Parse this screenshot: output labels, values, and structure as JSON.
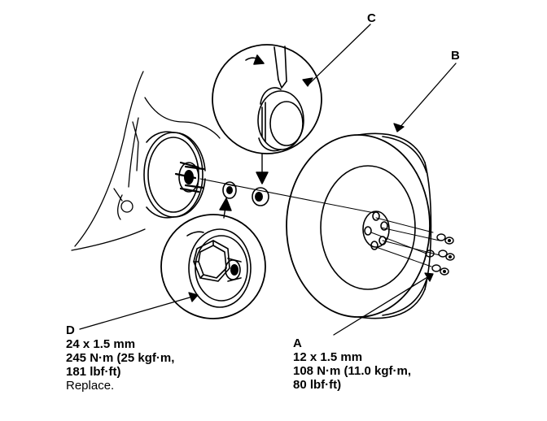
{
  "labels": {
    "a": "A",
    "b": "B",
    "c": "C",
    "d": "D"
  },
  "spec_a": {
    "size": "12 x 1.5 mm",
    "torque": "108 N·m (11.0 kgf·m,",
    "torque_imperial": "80 lbf·ft)"
  },
  "spec_d": {
    "size": "24 x 1.5 mm",
    "torque": "245 N·m (25 kgf·m,",
    "torque_imperial": "181 lbf·ft)",
    "note": "Replace."
  }
}
